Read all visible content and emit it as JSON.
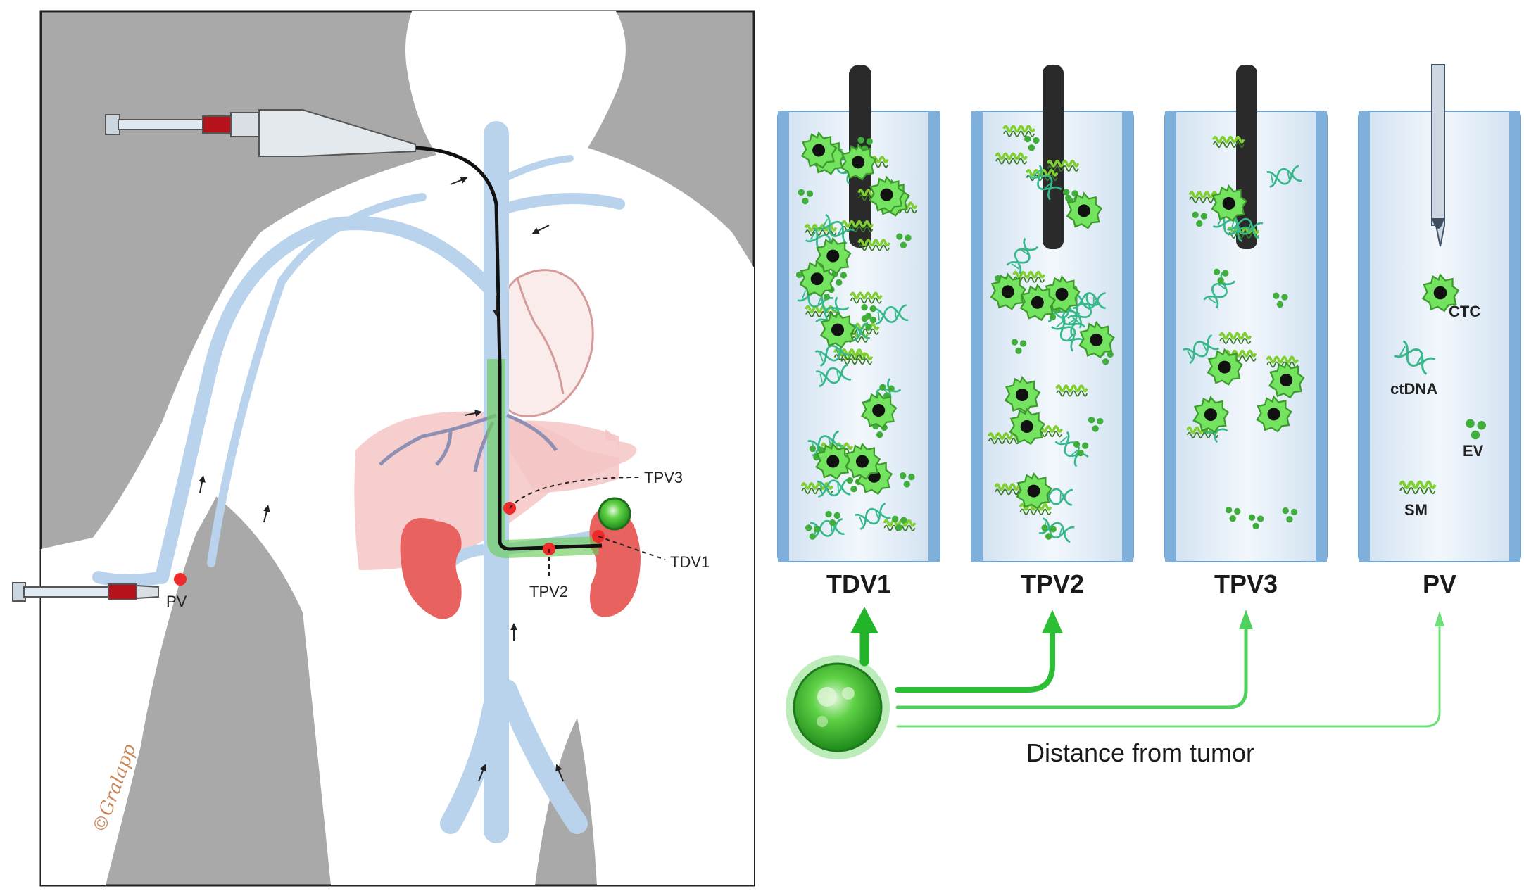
{
  "figure": {
    "signature": "©Gralapp"
  },
  "left_panel": {
    "site_labels": {
      "tpv3": "TPV3",
      "tdv1": "TDV1",
      "tpv2": "TPV2",
      "pv": "PV"
    }
  },
  "right_panel": {
    "vessels": [
      {
        "key": "tdv1",
        "label": "TDV1"
      },
      {
        "key": "tpv2",
        "label": "TPV2"
      },
      {
        "key": "tpv3",
        "label": "TPV3"
      },
      {
        "key": "pv",
        "label": "PV"
      }
    ],
    "legend": {
      "ctc": "CTC",
      "ctdna": "ctDNA",
      "ev": "EV",
      "sm": "SM"
    },
    "distance_label": "Distance from tumor"
  },
  "colors": {
    "vein": "#b9d3ec",
    "vein_edge": "#8fb6dc",
    "body_bg": "#a9a9a9",
    "cell_green": "#6fe05a",
    "dna_green": "#3bbf8a",
    "kidney": "#e8625f",
    "liver": "#f3c6c4",
    "catheter": "#222222",
    "sample_dot": "#ee2a2a"
  },
  "icons": [
    "syringe-icon",
    "catheter-icon",
    "needle-icon",
    "ctc-cell-icon",
    "ctdna-helix-icon",
    "ev-vesicle-icon",
    "sm-strand-icon",
    "tumor-icon"
  ]
}
